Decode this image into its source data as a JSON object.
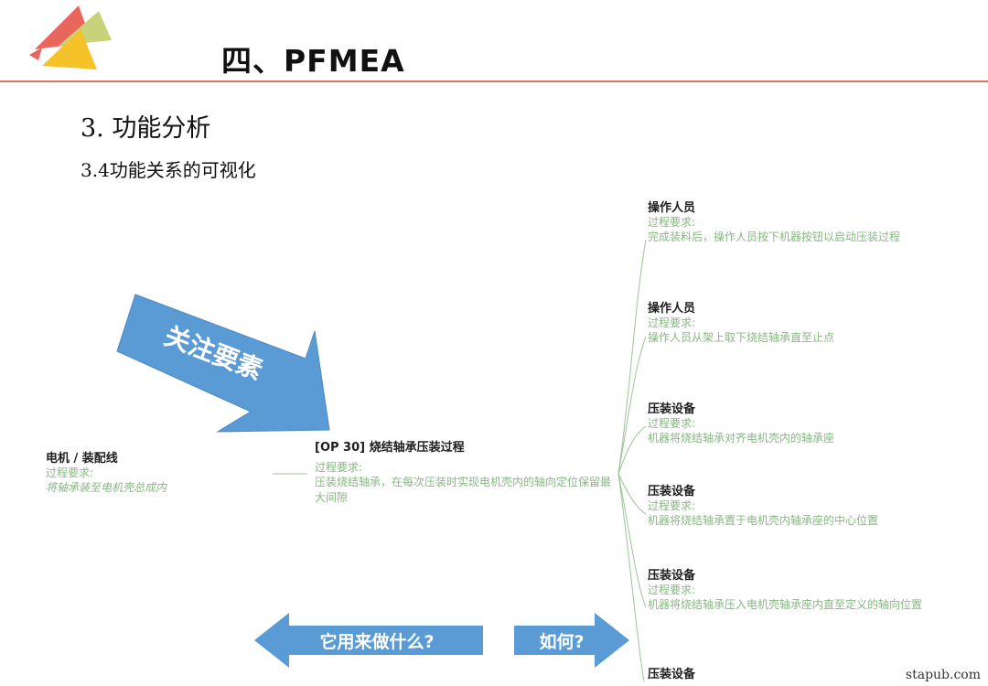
{
  "header": {
    "title": "四、PFMEA"
  },
  "section": {
    "heading": "3. 功能分析",
    "subheading": "3.4功能关系的可视化"
  },
  "diagram": {
    "focus_arrow_label": "关注要素",
    "what_arrow_label": "它用来做什么?",
    "how_arrow_label": "如何?",
    "left_node": {
      "title": "电机 / 装配线",
      "label": "过程要求:",
      "text": "将轴承装至电机壳总成内"
    },
    "center_node": {
      "title": "[OP 30] 烧结轴承压装过程",
      "label": "过程要求:",
      "text": "压装烧结轴承，在每次压装时实现电机壳内的轴向定位保留最大间隙"
    },
    "right_nodes": [
      {
        "title": "操作人员",
        "label": "过程要求:",
        "text": "完成装料后，操作人员按下机器按钮以启动压装过程"
      },
      {
        "title": "操作人员",
        "label": "过程要求:",
        "text": "操作人员从架上取下烧结轴承直至止点"
      },
      {
        "title": "压装设备",
        "label": "过程要求:",
        "text": "机器将烧结轴承对齐电机壳内的轴承座"
      },
      {
        "title": "压装设备",
        "label": "过程要求:",
        "text": "机器将烧结轴承置于电机壳内轴承座的中心位置"
      },
      {
        "title": "压装设备",
        "label": "过程要求:",
        "text": "机器将烧结轴承压入电机壳轴承座内直至定义的轴向位置"
      },
      {
        "title": "压装设备",
        "label": "",
        "text": ""
      }
    ]
  },
  "watermark": "stapub.com",
  "colors": {
    "accent_rule": "#e0706a",
    "arrow_blue": "#5b9bd5",
    "requirement_green": "#86b880"
  }
}
